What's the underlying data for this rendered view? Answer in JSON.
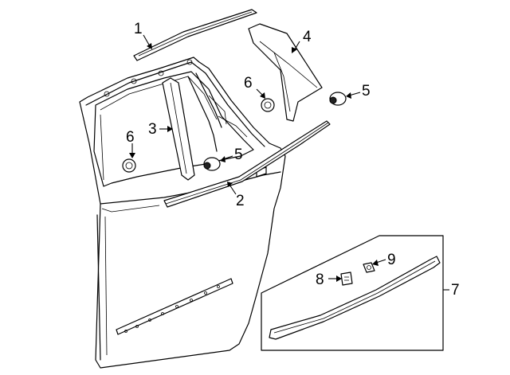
{
  "callouts": [
    {
      "id": "1",
      "label": "1"
    },
    {
      "id": "2",
      "label": "2"
    },
    {
      "id": "3",
      "label": "3"
    },
    {
      "id": "4",
      "label": "4"
    },
    {
      "id": "5a",
      "label": "5"
    },
    {
      "id": "5b",
      "label": "5"
    },
    {
      "id": "6a",
      "label": "6"
    },
    {
      "id": "6b",
      "label": "6"
    },
    {
      "id": "7",
      "label": "7"
    },
    {
      "id": "8",
      "label": "8"
    },
    {
      "id": "9",
      "label": "9"
    }
  ]
}
